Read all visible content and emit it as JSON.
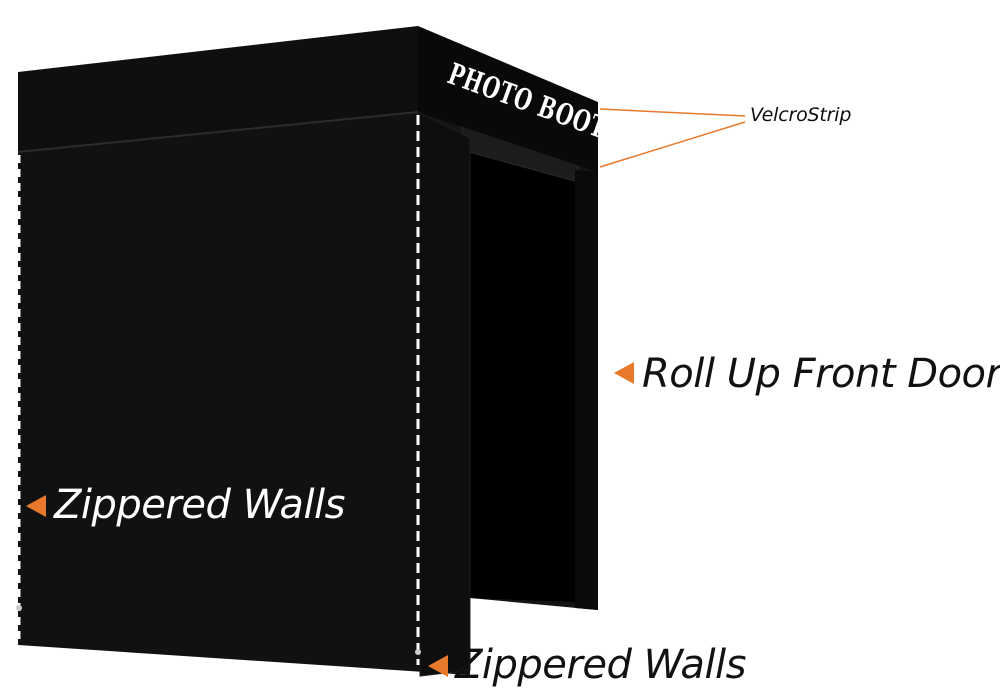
{
  "booth": {
    "header_text": "PHOTO BOOTH"
  },
  "labels": {
    "velcro_strip": "VelcroStrip",
    "roll_up_front_door": "Roll Up Front Door",
    "zippered_walls_side": "Zippered Walls",
    "zippered_walls_bottom": "Zippered Walls"
  },
  "colors": {
    "canopy": "#0d0d0d",
    "wall": "#101010",
    "zipper": "#ffffff",
    "pointer": "#e8792a",
    "leader_line": "#e8792a",
    "text": "#111111"
  }
}
